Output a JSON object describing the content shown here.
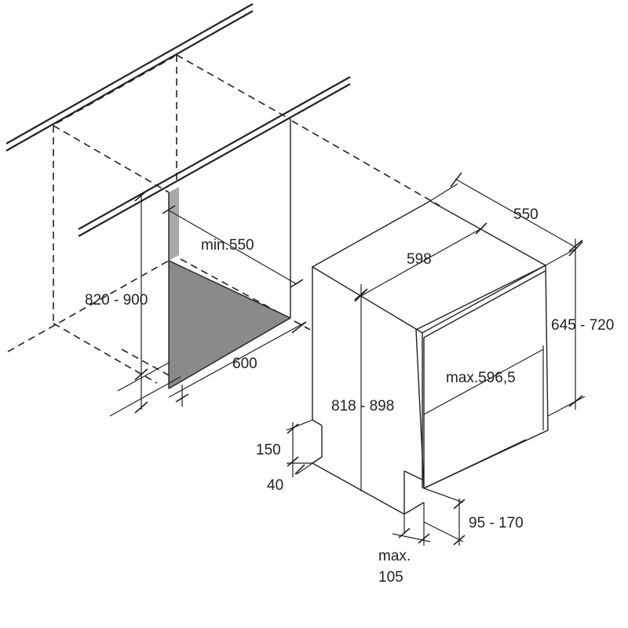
{
  "dimensions": {
    "niche_height": "820 - 900",
    "niche_depth_min": "min.550",
    "niche_width": "600",
    "appliance_depth": "550",
    "appliance_width": "598",
    "door_height_range": "645 - 720",
    "appliance_height": "818 - 898",
    "door_height_max": "max.596,5",
    "plinth_height": "150",
    "plinth_recess": "40",
    "door_overhang": "95 - 170",
    "max_label": "max.",
    "max_value": "105"
  },
  "colors": {
    "line": "#222222",
    "niche_shade": "#8a8a8a",
    "niche_side": "#a9a9a9"
  }
}
